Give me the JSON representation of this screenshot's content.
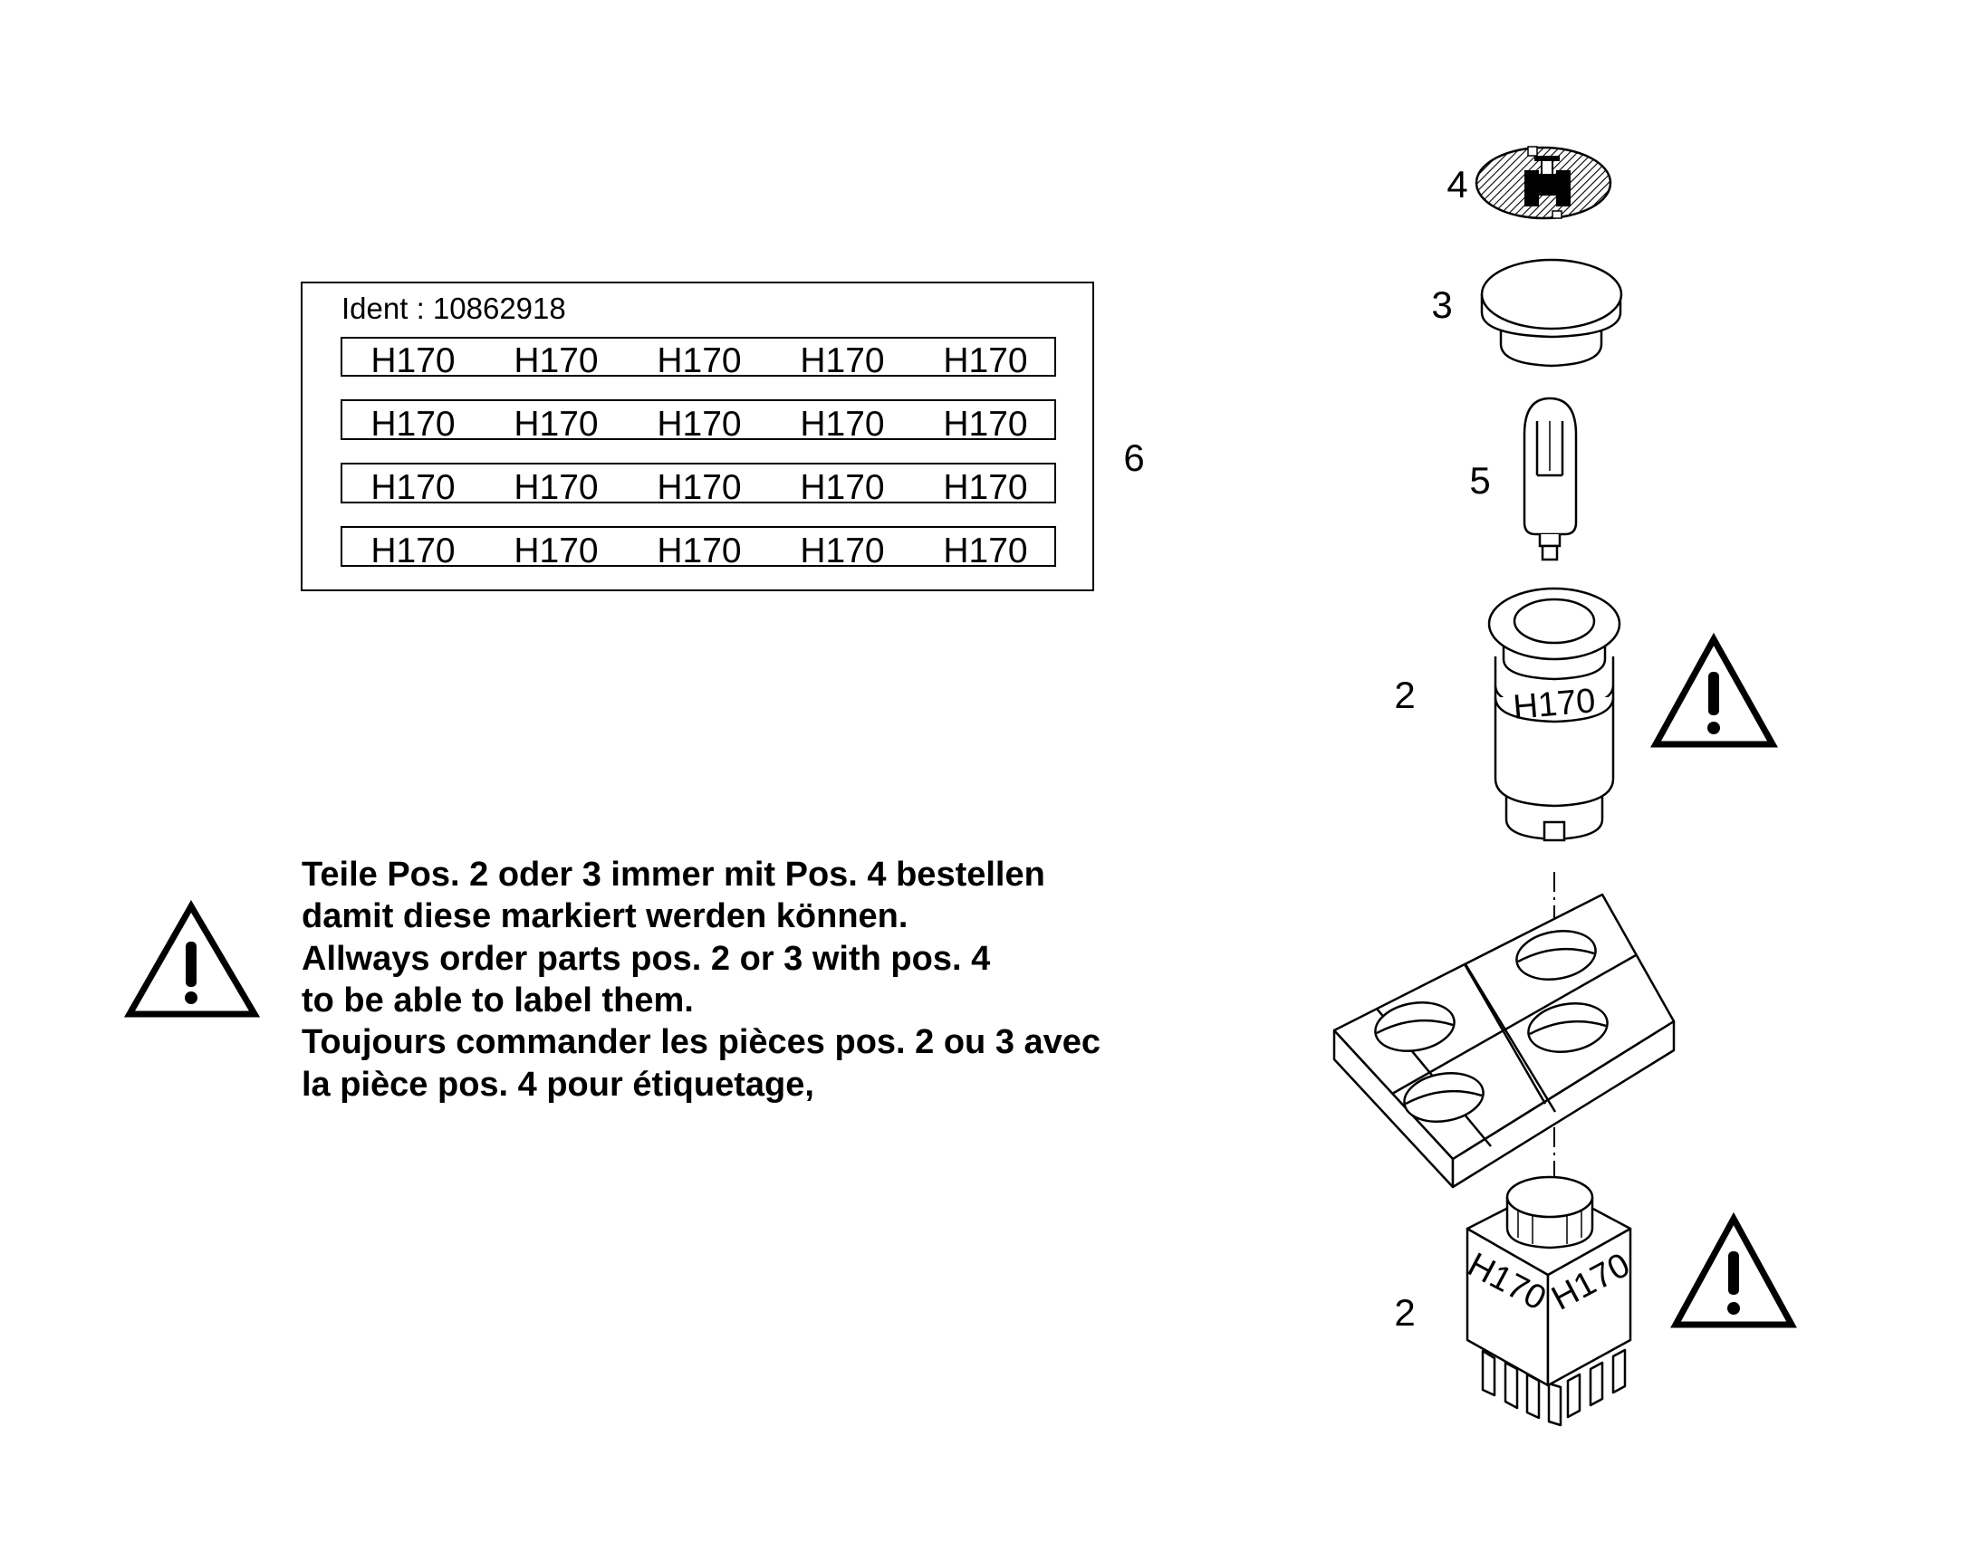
{
  "label_sheet": {
    "ident": "Ident : 10862918",
    "rows": [
      [
        "H170",
        "H170",
        "H170",
        "H170",
        "H170"
      ],
      [
        "H170",
        "H170",
        "H170",
        "H170",
        "H170"
      ],
      [
        "H170",
        "H170",
        "H170",
        "H170",
        "H170"
      ],
      [
        "H170",
        "H170",
        "H170",
        "H170",
        "H170"
      ]
    ]
  },
  "callouts": {
    "sheet": "6",
    "emblem": "4",
    "cap": "3",
    "bulb": "5",
    "round_switch": "2",
    "square_switch": "2"
  },
  "part_labels": {
    "round_switch": "H170",
    "square_switch_left": "H170",
    "square_switch_right": "H170"
  },
  "note": {
    "lines": [
      "Teile Pos. 2 oder 3 immer mit Pos. 4 bestellen",
      "damit diese markiert werden können.",
      "Allways order parts pos. 2 or 3 with pos. 4",
      "to be able to label them.",
      "Toujours commander les pièces pos. 2 ou 3 avec",
      "la pièce pos. 4 pour étiquetage,"
    ]
  },
  "icons": {
    "note_warning": "warning-triangle-icon",
    "round_switch_warning": "warning-triangle-icon",
    "square_switch_warning": "warning-triangle-icon",
    "emblem": "tractor-emblem-icon"
  }
}
